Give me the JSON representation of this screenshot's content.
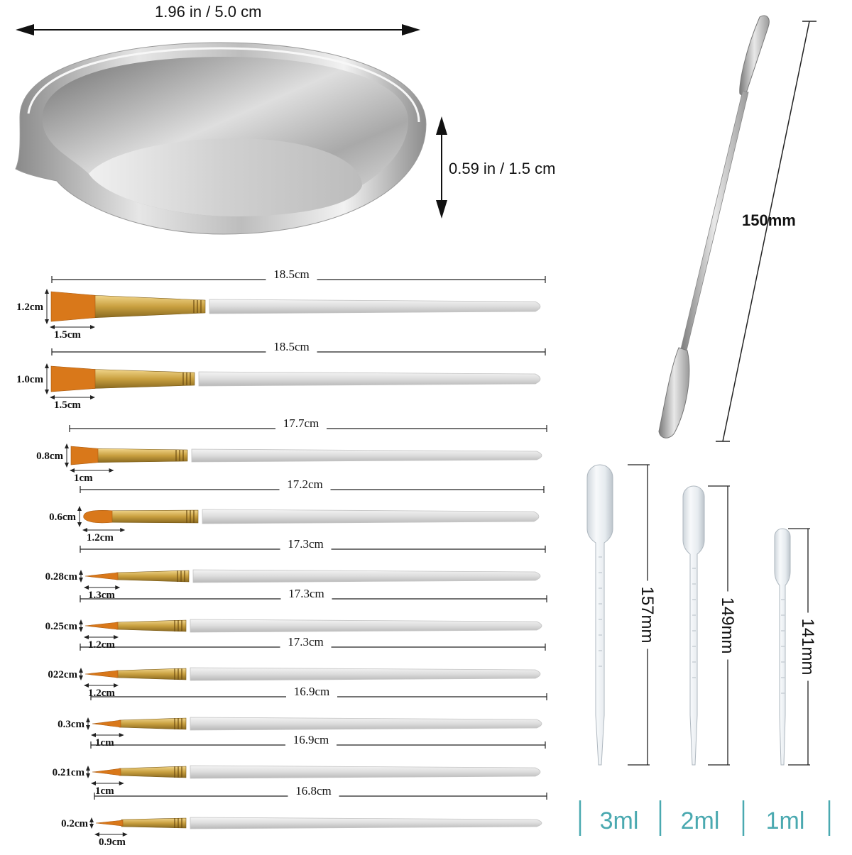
{
  "dish": {
    "width_label": "1.96 in / 5.0 cm",
    "height_label": "0.59 in / 1.5 cm"
  },
  "spatula": {
    "length_label": "150mm"
  },
  "brushes": [
    {
      "length": "18.5cm",
      "head_height": "1.2cm",
      "head_width": "1.5cm",
      "shape": "flat"
    },
    {
      "length": "18.5cm",
      "head_height": "1.0cm",
      "head_width": "1.5cm",
      "shape": "flat"
    },
    {
      "length": "17.7cm",
      "head_height": "0.8cm",
      "head_width": "1cm",
      "shape": "flat"
    },
    {
      "length": "17.2cm",
      "head_height": "0.6cm",
      "head_width": "1.2cm",
      "shape": "filbert"
    },
    {
      "length": "17.3cm",
      "head_height": "0.28cm",
      "head_width": "1.3cm",
      "shape": "round"
    },
    {
      "length": "17.3cm",
      "head_height": "0.25cm",
      "head_width": "1.2cm",
      "shape": "round"
    },
    {
      "length": "17.3cm",
      "head_height": "022cm",
      "head_width": "1.2cm",
      "shape": "round"
    },
    {
      "length": "16.9cm",
      "head_height": "0.3cm",
      "head_width": "1cm",
      "shape": "round"
    },
    {
      "length": "16.9cm",
      "head_height": "0.21cm",
      "head_width": "1cm",
      "shape": "round"
    },
    {
      "length": "16.8cm",
      "head_height": "0.2cm",
      "head_width": "0.9cm",
      "shape": "round"
    }
  ],
  "pipettes": [
    {
      "length": "157mm",
      "volume": "3ml"
    },
    {
      "length": "149mm",
      "volume": "2ml"
    },
    {
      "length": "141mm",
      "volume": "1ml"
    }
  ],
  "colors": {
    "bristle": "#d9781a",
    "ferrule": "#c9a040",
    "handle": "#dcdcdc",
    "accent": "#4aa9b0"
  }
}
